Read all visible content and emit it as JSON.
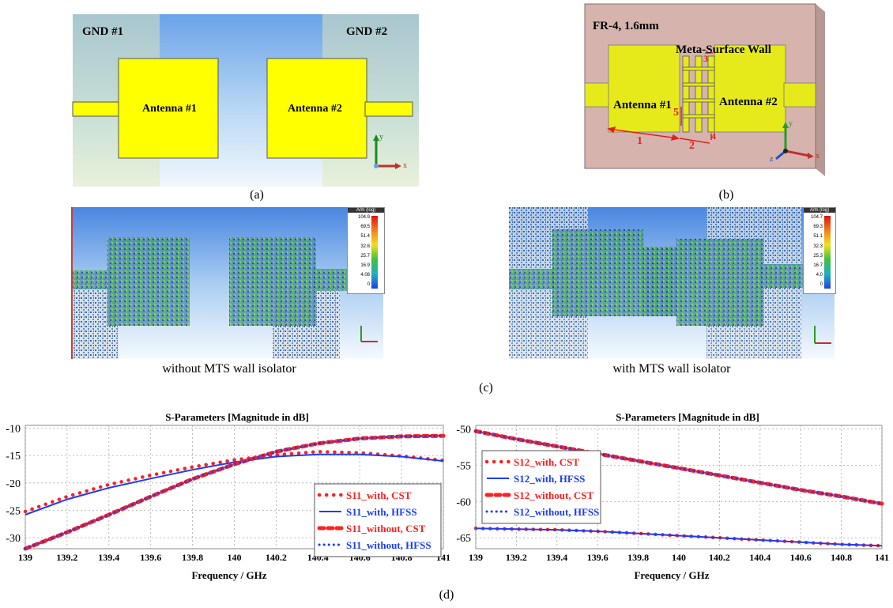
{
  "panel_a": {
    "gnd1": "GND #1",
    "gnd2": "GND #2",
    "antenna1": "Antenna #1",
    "antenna2": "Antenna #2",
    "axis_y": "y",
    "axis_x": "x",
    "caption": "(a)"
  },
  "panel_b": {
    "substrate": "FR-4, 1.6mm",
    "wall_label": "Meta-Surface Wall",
    "antenna1": "Antenna #1",
    "antenna2": "Antenna #2",
    "dim1": "1",
    "dim2": "2",
    "dim3": "3",
    "dim4": "4",
    "dim5": "5",
    "axis_y": "y",
    "axis_x": "x",
    "axis_z": "z",
    "caption": "(b)"
  },
  "panel_c": {
    "left_label": "without MTS wall isolator",
    "right_label": "with MTS wall isolator",
    "caption": "(c)",
    "colorbar_left": {
      "unit": "A/m (log)",
      "ticks": [
        "104.9",
        "69.5",
        "51.4",
        "32.6",
        "25.7",
        "16.9",
        "4.08",
        "0"
      ]
    },
    "colorbar_right": {
      "unit": "A/m (log)",
      "ticks": [
        "104.7",
        "69.3",
        "51.1",
        "32.3",
        "25.3",
        "16.7",
        "4.0",
        "0"
      ]
    }
  },
  "caption_d": "(d)",
  "chart_data": [
    {
      "type": "line",
      "title": "S-Parameters [Magnitude in dB]",
      "xlabel": "Frequency / GHz",
      "ylabel": "",
      "xlim": [
        139,
        141
      ],
      "ylim": [
        -32,
        -9.5
      ],
      "xticks": [
        "139",
        "139.2",
        "139.4",
        "139.6",
        "139.8",
        "140",
        "140.2",
        "140.4",
        "140.6",
        "140.8",
        "141"
      ],
      "yticks": [
        "-10",
        "-15",
        "-20",
        "-25",
        "-30"
      ],
      "grid": true,
      "legend_position": "bottom-right",
      "x": [
        139,
        139.2,
        139.4,
        139.6,
        139.8,
        140,
        140.2,
        140.4,
        140.6,
        140.8,
        141
      ],
      "series": [
        {
          "name": "S11_with, CST",
          "color": "#ff2020",
          "style": "dotted-thick",
          "values": [
            -25.2,
            -22.5,
            -20.3,
            -18.6,
            -17.1,
            -15.8,
            -14.9,
            -14.3,
            -14.5,
            -15.1,
            -15.9
          ]
        },
        {
          "name": "S11_with, HFSS",
          "color": "#1a3cff",
          "style": "solid",
          "values": [
            -25.8,
            -23.0,
            -20.9,
            -19.2,
            -17.6,
            -16.2,
            -15.2,
            -14.8,
            -14.8,
            -15.2,
            -16.0
          ]
        },
        {
          "name": "S11_without, CST",
          "color": "#ff2020",
          "style": "dashed-thick",
          "values": [
            -32.0,
            -29.0,
            -25.8,
            -22.5,
            -19.3,
            -16.6,
            -14.3,
            -12.8,
            -11.9,
            -11.5,
            -11.4
          ]
        },
        {
          "name": "S11_without, HFSS",
          "color": "#1a3cff",
          "style": "dotted",
          "values": [
            -32.0,
            -29.0,
            -25.8,
            -22.5,
            -19.3,
            -16.6,
            -14.3,
            -12.8,
            -11.9,
            -11.5,
            -11.4
          ]
        }
      ]
    },
    {
      "type": "line",
      "title": "S-Parameters [Magnitude in dB]",
      "xlabel": "Frequency / GHz",
      "ylabel": "",
      "xlim": [
        139,
        141
      ],
      "ylim": [
        -66.5,
        -49.5
      ],
      "xticks": [
        "139",
        "139.2",
        "139.4",
        "139.6",
        "139.8",
        "140",
        "140.2",
        "140.4",
        "140.6",
        "140.8",
        "141"
      ],
      "yticks": [
        "-50",
        "-55",
        "-60",
        "-65"
      ],
      "grid": true,
      "legend_position": "left",
      "x": [
        139,
        139.2,
        139.4,
        139.6,
        139.8,
        140,
        140.2,
        140.4,
        140.6,
        140.8,
        141
      ],
      "series": [
        {
          "name": "S12_with, CST",
          "color": "#ff2020",
          "style": "dotted-thick",
          "values": [
            -63.7,
            -63.8,
            -63.9,
            -64.1,
            -64.4,
            -64.7,
            -65.0,
            -65.3,
            -65.6,
            -65.9,
            -66.1
          ]
        },
        {
          "name": "S12_with, HFSS",
          "color": "#1a3cff",
          "style": "solid",
          "values": [
            -63.7,
            -63.8,
            -63.9,
            -64.1,
            -64.4,
            -64.7,
            -65.0,
            -65.3,
            -65.6,
            -65.9,
            -66.1
          ]
        },
        {
          "name": "S12_without, CST",
          "color": "#ff2020",
          "style": "dashed-thick",
          "values": [
            -50.3,
            -51.4,
            -52.4,
            -53.4,
            -54.4,
            -55.4,
            -56.4,
            -57.4,
            -58.4,
            -59.3,
            -60.3
          ]
        },
        {
          "name": "S12_without, HFSS",
          "color": "#1a3cff",
          "style": "dotted",
          "values": [
            -50.3,
            -51.4,
            -52.4,
            -53.4,
            -54.4,
            -55.4,
            -56.4,
            -57.4,
            -58.4,
            -59.3,
            -60.3
          ]
        }
      ]
    }
  ]
}
